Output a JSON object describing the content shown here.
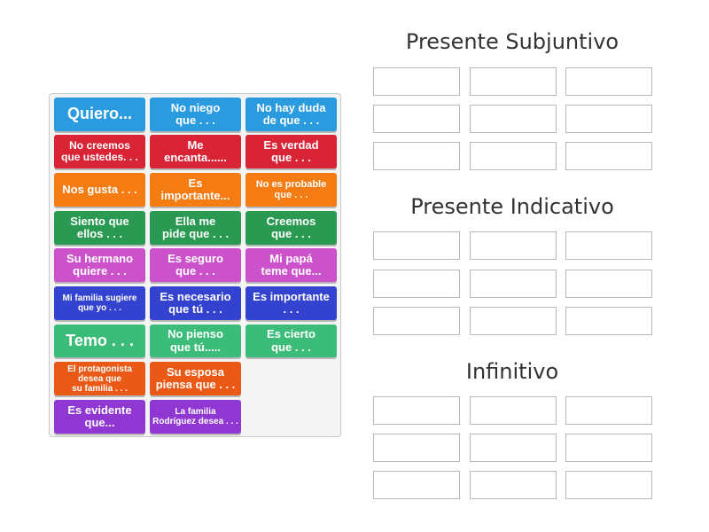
{
  "colors": {
    "blue": "#2b9be0",
    "red": "#d92436",
    "orange": "#f57c13",
    "green": "#2a9a52",
    "pink": "#cc52cc",
    "indigo": "#3343cf",
    "teal": "#3bbd79",
    "deeporange": "#ea5a16",
    "purple": "#8f36d3"
  },
  "tiles": [
    {
      "text": "Quiero...",
      "color": "blue"
    },
    {
      "text": "No niego\nque . . .",
      "color": "blue"
    },
    {
      "text": "No hay duda\nde que . . .",
      "color": "blue"
    },
    {
      "text": "No creemos\nque ustedes. . .",
      "color": "red"
    },
    {
      "text": "Me\nencanta......",
      "color": "red"
    },
    {
      "text": "Es verdad\nque . . .",
      "color": "red"
    },
    {
      "text": "Nos gusta . . .",
      "color": "orange"
    },
    {
      "text": "Es\nimportante...",
      "color": "orange"
    },
    {
      "text": "No es probable\nque . . .",
      "color": "orange"
    },
    {
      "text": "Siento que\nellos . . .",
      "color": "green"
    },
    {
      "text": "Ella me\npide que . . .",
      "color": "green"
    },
    {
      "text": "Creemos\nque . . .",
      "color": "green"
    },
    {
      "text": "Su hermano\nquiere . . .",
      "color": "pink"
    },
    {
      "text": "Es seguro\nque . . .",
      "color": "pink"
    },
    {
      "text": "Mi papá\nteme que...",
      "color": "pink"
    },
    {
      "text": "Mi familia sugiere\nque yo . . .",
      "color": "indigo"
    },
    {
      "text": "Es necesario\nque tú . . .",
      "color": "indigo"
    },
    {
      "text": "Es importante\n. . .",
      "color": "indigo"
    },
    {
      "text": "Temo . . .",
      "color": "teal"
    },
    {
      "text": "No pienso\nque tú.....",
      "color": "teal"
    },
    {
      "text": "Es cierto\nque . . .",
      "color": "teal"
    },
    {
      "text": "El protagonista\ndesea que\nsu familia . . .",
      "color": "deeporange"
    },
    {
      "text": "Su esposa\npiensa que . . .",
      "color": "deeporange"
    },
    {
      "text": "Es evidente\nque...",
      "color": "purple"
    },
    {
      "text": "La familia\nRodríguez desea . . .",
      "color": "purple"
    }
  ],
  "groups": [
    {
      "title": "Presente Subjuntivo"
    },
    {
      "title": "Presente Indicativo"
    },
    {
      "title": "Infinitivo"
    }
  ]
}
